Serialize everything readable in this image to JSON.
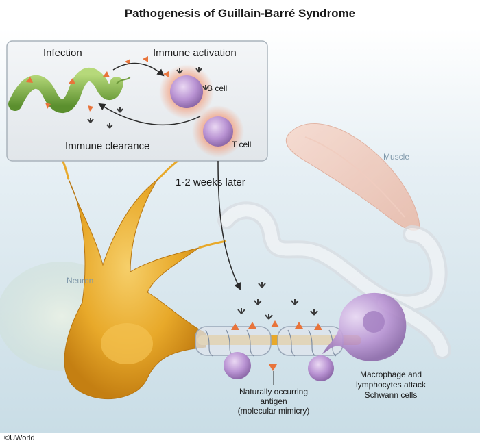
{
  "title": "Pathogenesis of Guillain-Barré Syndrome",
  "inset": {
    "infection": "Infection",
    "immune_activation": "Immune activation",
    "b_cell": "B cell",
    "t_cell": "T cell",
    "immune_clearance": "Immune clearance"
  },
  "timeline": "1-2 weeks later",
  "muscle": "Muscle",
  "neuron": "Neuron",
  "macrophage_note": [
    "Macrophage and",
    "lymphocytes attack",
    "Schwann cells"
  ],
  "antigen_note": [
    "Naturally occurring",
    "antigen",
    "(molecular mimicry)"
  ],
  "credit": "©UWorld",
  "colors": {
    "antigen": "#e8743b",
    "neuron": "#e8a92a",
    "lymphocyte": "#b993d3",
    "bacteria": "#7fb24a",
    "glow": "#f39b78",
    "background": "#e4eef3"
  }
}
